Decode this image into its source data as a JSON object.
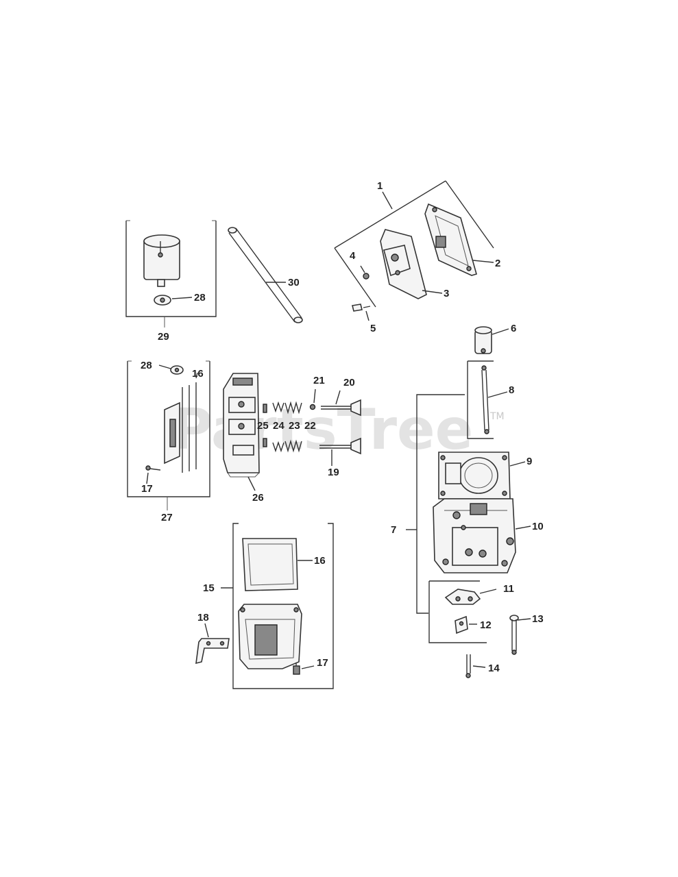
{
  "watermark": {
    "text": "PartsTree",
    "trademark": "TM"
  },
  "labels": {
    "p1": "1",
    "p2": "2",
    "p3": "3",
    "p4": "4",
    "p5": "5",
    "p6": "6",
    "p7": "7",
    "p8": "8",
    "p9": "9",
    "p10": "10",
    "p11": "11",
    "p12": "12",
    "p13": "13",
    "p14": "14",
    "p15": "15",
    "p16a": "16",
    "p16b": "16",
    "p17a": "17",
    "p17b": "17",
    "p18": "18",
    "p19": "19",
    "p20": "20",
    "p21": "21",
    "p22": "22",
    "p23": "23",
    "p24": "24",
    "p25": "25",
    "p26": "26",
    "p27": "27",
    "p28a": "28",
    "p28b": "28",
    "p29": "29",
    "p30": "30"
  },
  "colors": {
    "line": "#333333",
    "watermark": "#d9d9d9"
  }
}
